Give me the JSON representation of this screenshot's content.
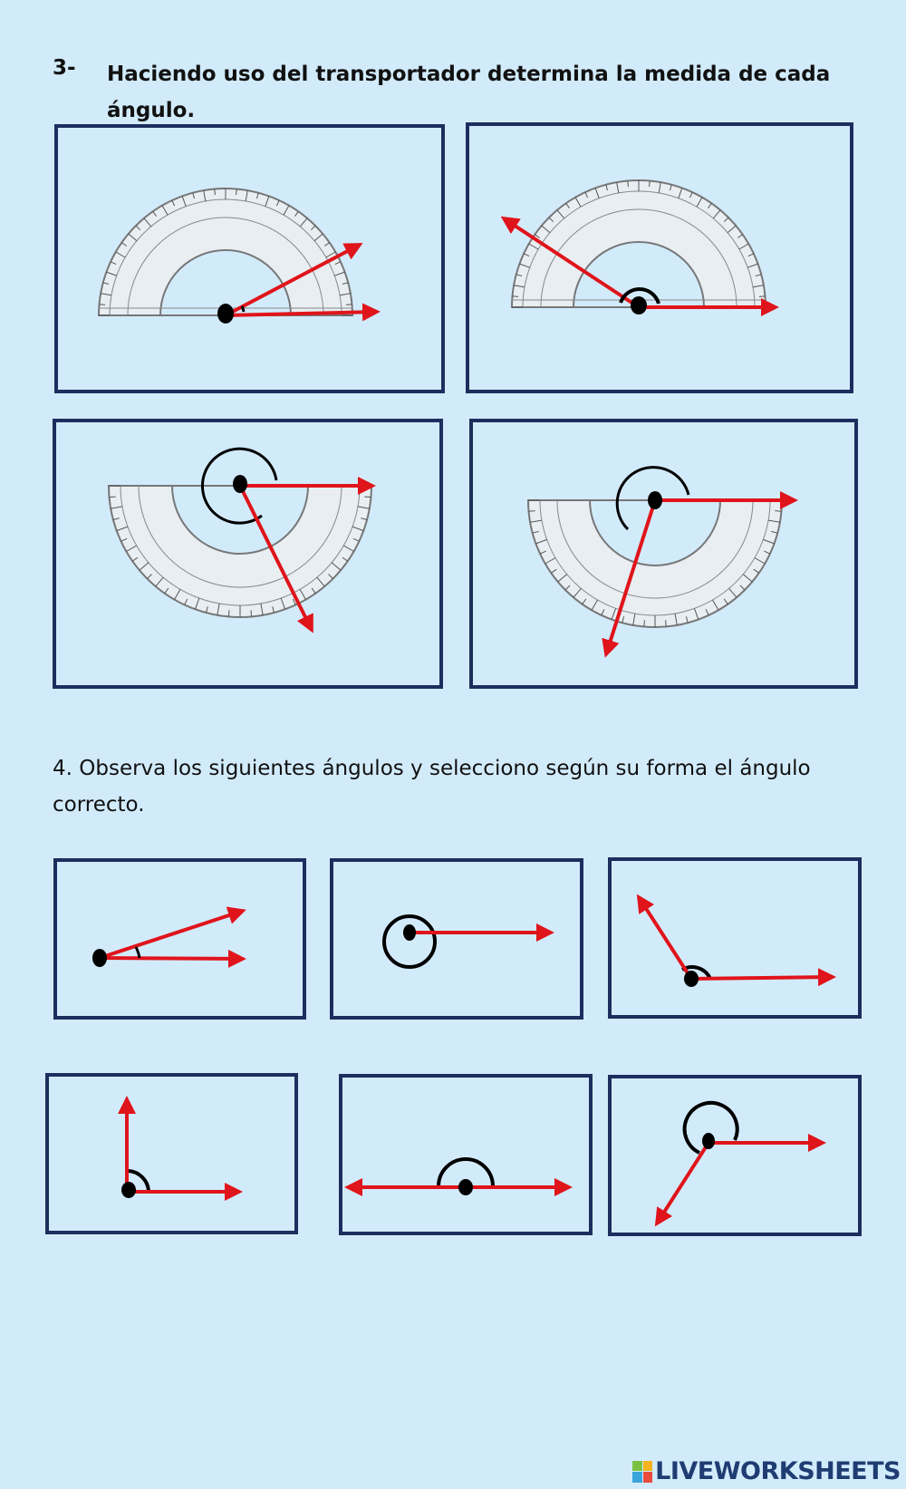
{
  "question3": {
    "number": "3-",
    "text": "Haciendo uso del transportador determina la medida de cada ángulo."
  },
  "question4": {
    "text": "4. Observa los siguientes ángulos y selecciono según su forma el ángulo correcto."
  },
  "brand": {
    "name": "LIVEWORKSHEETS"
  },
  "colors": {
    "background": "#d2ebfb",
    "frame": "#1c2e5e",
    "ray": "#e0141b",
    "arc": "#000000"
  }
}
